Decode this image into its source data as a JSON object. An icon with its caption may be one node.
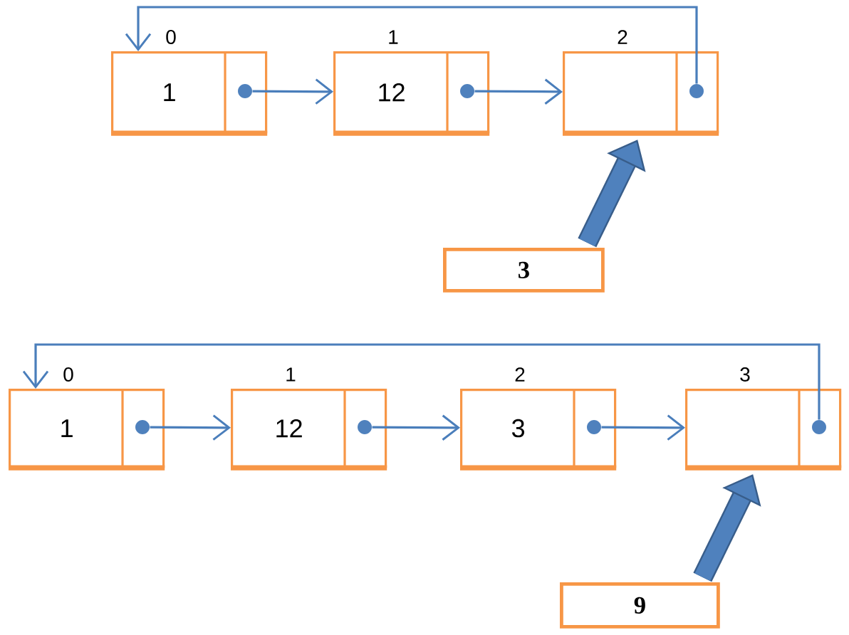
{
  "diagram": {
    "nodes": [
      {
        "text": [
          "1"
        ],
        "beside": [
          "0"
        ]
      },
      {
        "text": [],
        "shape": "circle",
        "in": 0
      },
      {
        "text": [
          "12"
        ],
        "beside": [
          "1"
        ]
      },
      {
        "text": [],
        "shape": "circle",
        "in": 2
      },
      {
        "text": [],
        "shape": "box",
        "beside": [
          "2"
        ]
      },
      {
        "text": [],
        "shape": "circle",
        "in": 4
      },
      {
        "text": [
          "3"
        ]
      },
      {
        "text": [
          "1"
        ],
        "beside": [
          "0"
        ]
      },
      {
        "text": [],
        "shape": "circle",
        "in": 7
      },
      {
        "text": [
          "12"
        ],
        "beside": [
          "1"
        ]
      },
      {
        "text": [],
        "shape": "circle",
        "in": 9
      },
      {
        "text": [
          "3"
        ],
        "beside": [
          "2"
        ]
      },
      {
        "text": [],
        "shape": "circle",
        "in": 11
      },
      {
        "text": [],
        "shape": "box",
        "beside": [
          "3"
        ]
      },
      {
        "text": [],
        "shape": "circle",
        "in": 13
      },
      {
        "text": [
          "9"
        ]
      }
    ],
    "edges": [
      {
        "from": 1,
        "to": 2,
        "arrow": "to"
      },
      {
        "from": 3,
        "to": 4,
        "arrow": "to"
      },
      {
        "from": 5,
        "to": 0,
        "arrow": "to"
      },
      {
        "from": 6,
        "to": 4,
        "arrow": "to",
        "style": "thick"
      },
      {
        "from": 8,
        "to": 9,
        "arrow": "to"
      },
      {
        "from": 10,
        "to": 11,
        "arrow": "to"
      },
      {
        "from": 12,
        "to": 13,
        "arrow": "to"
      },
      {
        "from": 14,
        "to": 7,
        "arrow": "to"
      },
      {
        "from": 15,
        "to": 13,
        "arrow": "to",
        "style": "thick"
      }
    ]
  }
}
